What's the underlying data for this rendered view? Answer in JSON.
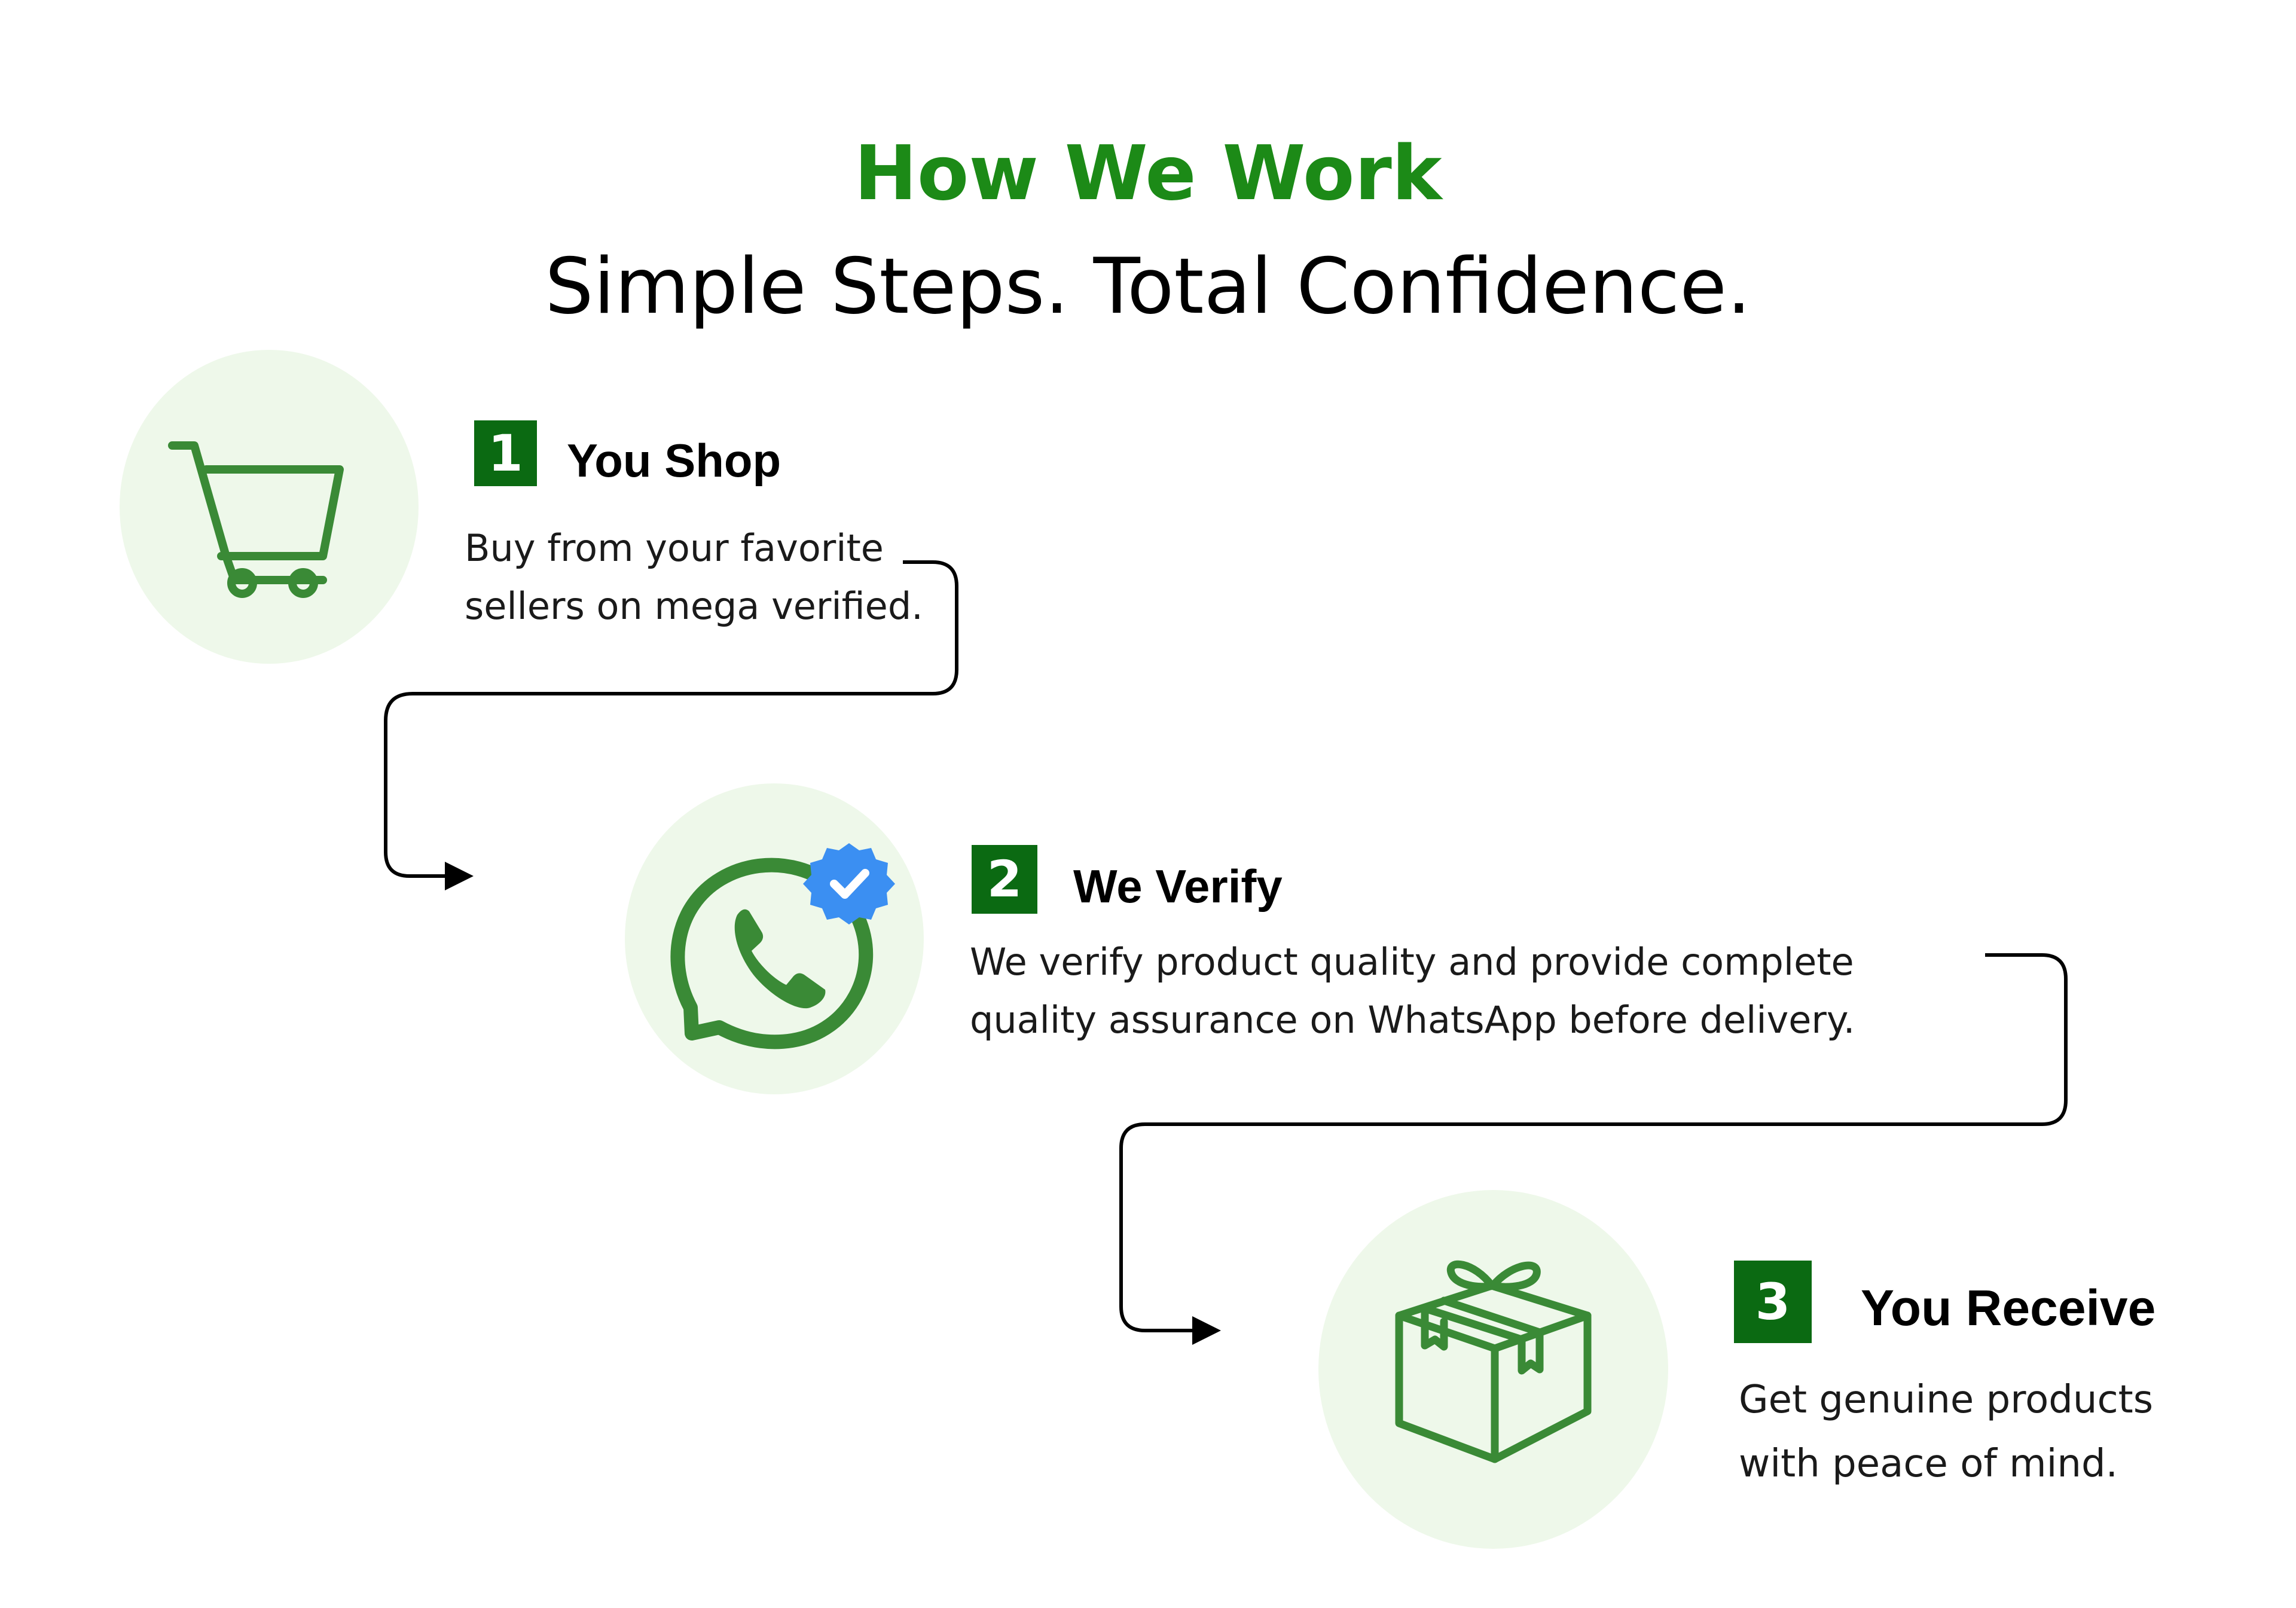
{
  "header": {
    "kicker": "How We Work",
    "headline": "Simple Steps. Total Confidence."
  },
  "steps": [
    {
      "number": "1",
      "title": "You Shop",
      "description": [
        "Buy from your favorite",
        "sellers on mega verified."
      ],
      "icon": "shopping-cart-icon"
    },
    {
      "number": "2",
      "title": "We Verify",
      "description": [
        "We verify product quality and provide complete",
        "quality assurance on WhatsApp before delivery."
      ],
      "icon": "whatsapp-icon"
    },
    {
      "number": "3",
      "title": "You Receive",
      "description": [
        "Get genuine products",
        "with peace of mind."
      ],
      "icon": "gift-box-icon"
    }
  ],
  "colors": {
    "accent_green": "#1c8a17",
    "icon_green": "#3a8a36",
    "badge_green": "#0b6a12",
    "circle_bg": "#eef8ea",
    "verified_blue": "#3b8ff2"
  }
}
